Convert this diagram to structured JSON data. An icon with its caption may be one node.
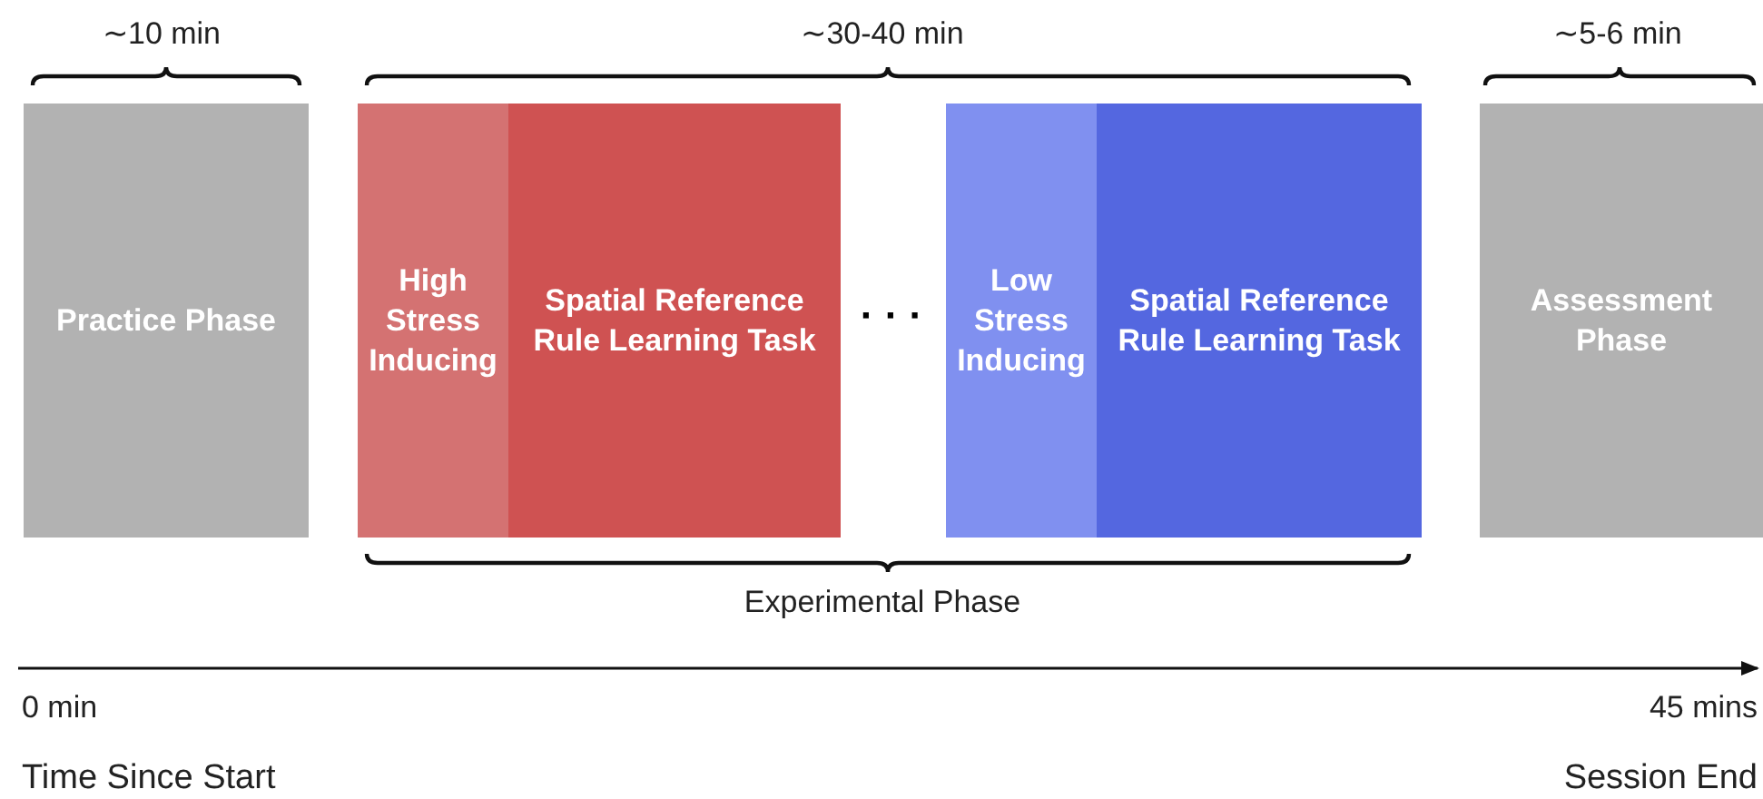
{
  "diagram": {
    "nodes": [
      {
        "text": [
          "Practice Phase"
        ]
      },
      {
        "text": [
          "High Stress Inducing"
        ]
      },
      {
        "text": [
          "Spatial Reference Rule Learning Task"
        ]
      },
      {
        "text": [
          "Low Stress Inducing"
        ]
      },
      {
        "text": [
          "Spatial Reference Rule Learning Task"
        ]
      },
      {
        "text": [
          "Assessment Phase"
        ]
      }
    ],
    "labels": [
      "∼10 min",
      "∼30-40 min",
      "∼5-6 min",
      "· · ·",
      "Experimental Phase",
      "0 min",
      "45 mins",
      "Time Since Start",
      "Session End"
    ]
  }
}
